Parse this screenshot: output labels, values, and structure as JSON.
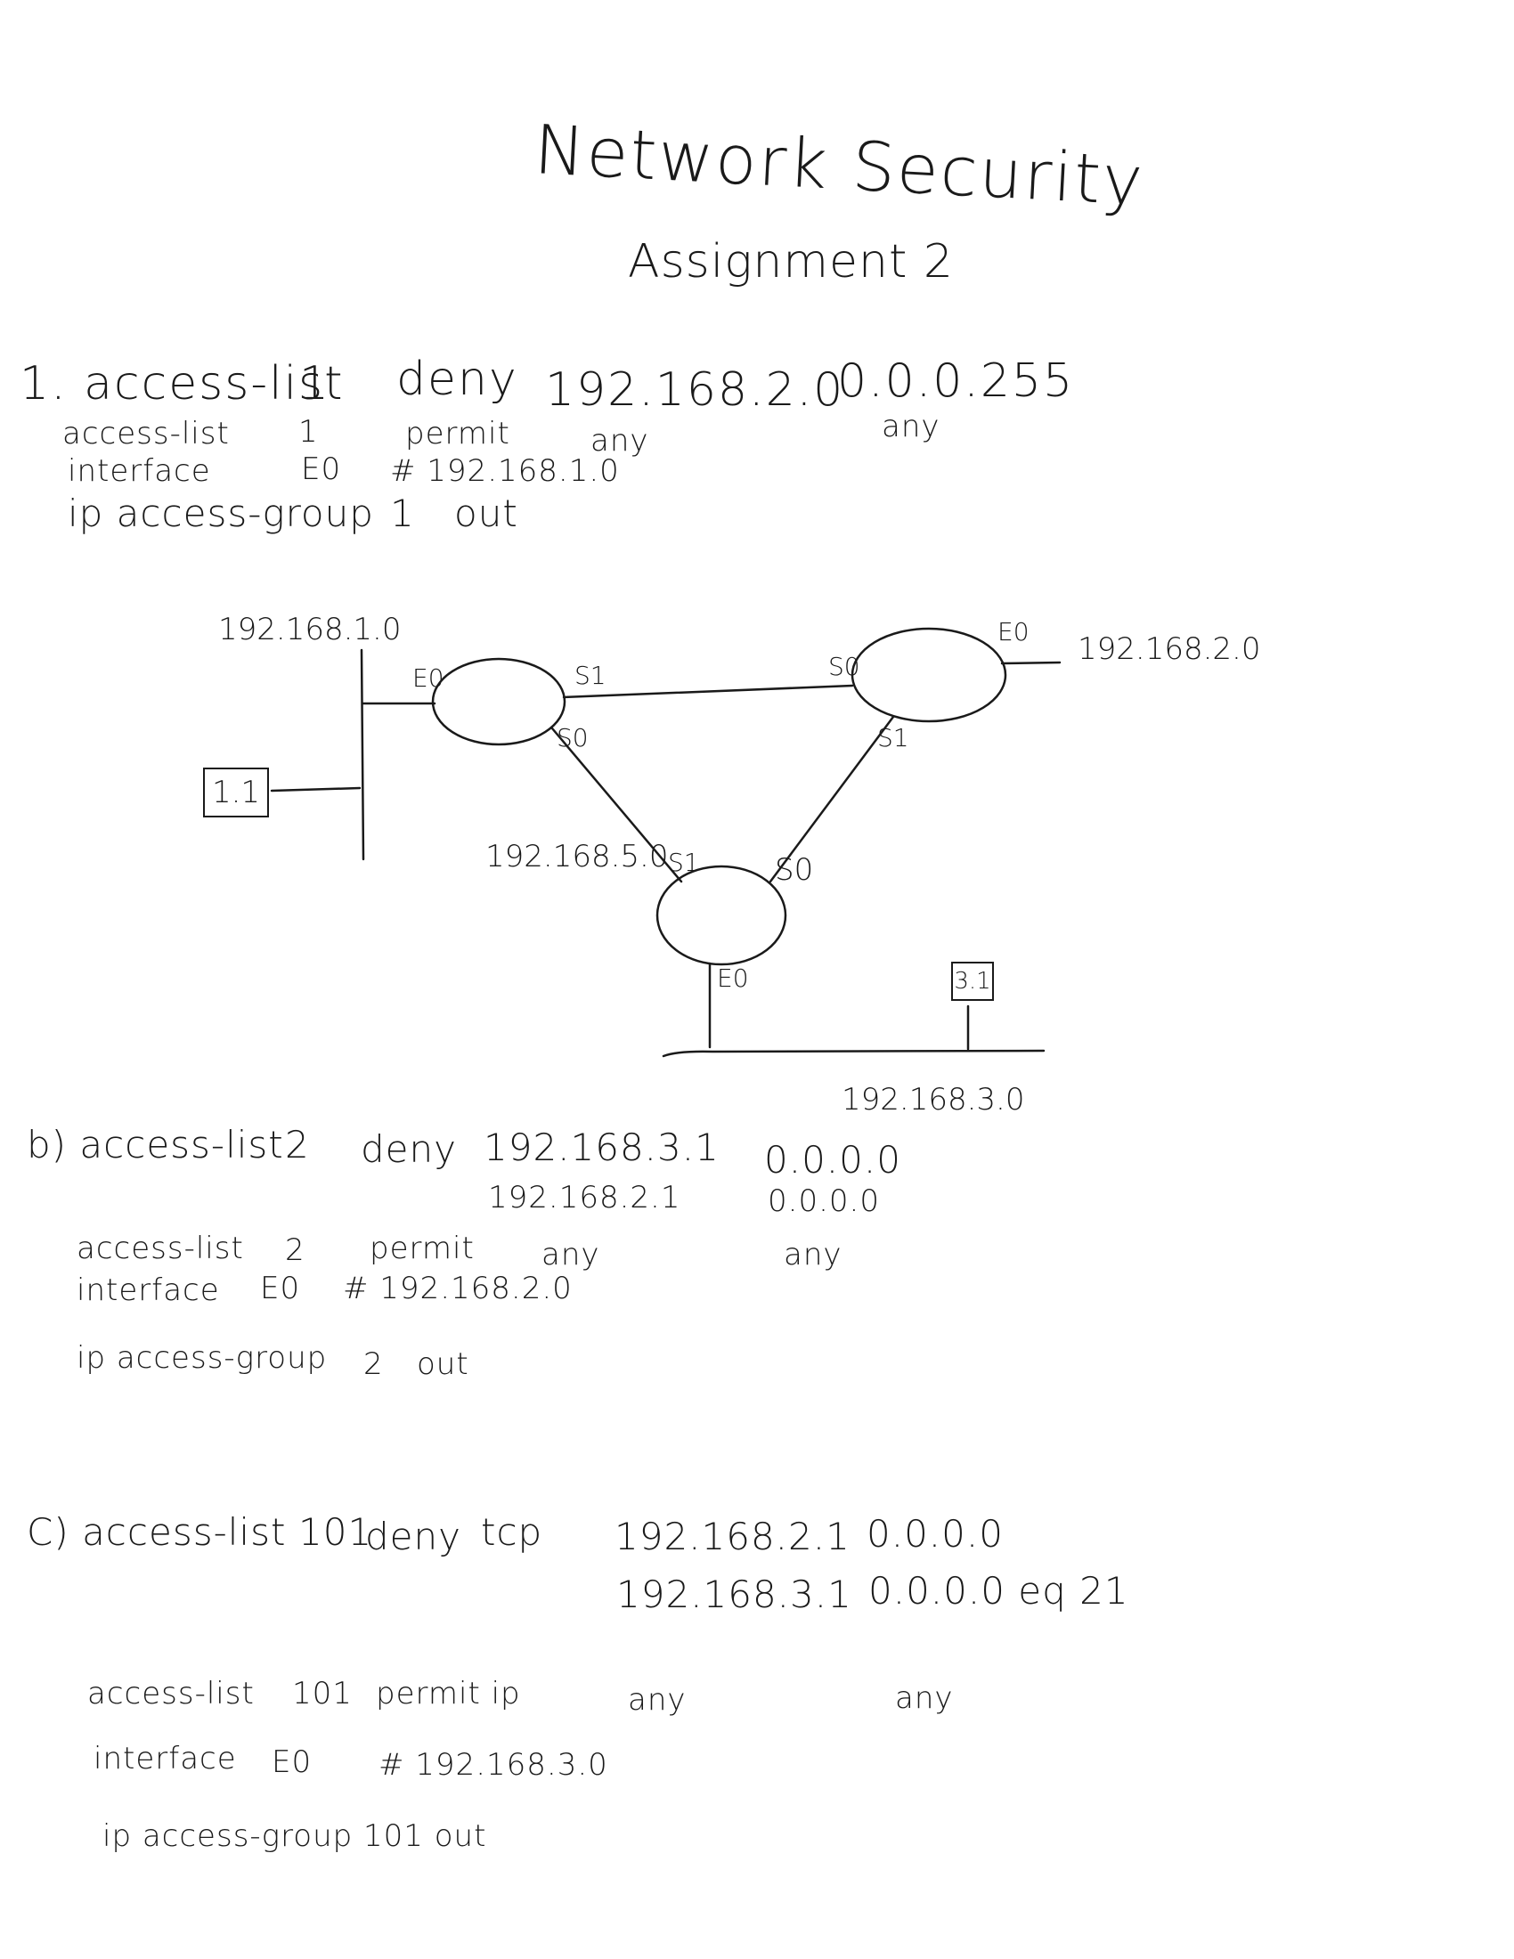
{
  "header": {
    "title": "Network Security",
    "subtitle": "Assignment 2"
  },
  "q1": {
    "line1": [
      "1. access-list",
      "1",
      "deny",
      "192.168.2.0",
      "0.0.0.255"
    ],
    "line2": [
      "access-list",
      "1",
      "permit",
      "any",
      "any"
    ],
    "line3": [
      "interface",
      "E0",
      "# 192.168.1.0"
    ],
    "line4": [
      "ip access-group",
      "1",
      "out"
    ]
  },
  "diagram": {
    "net_left": "192.168.1.0",
    "net_right": "192.168.2.0",
    "net_middle": "192.168.5.0",
    "net_bottom": "192.168.3.0",
    "host_left": "1.1",
    "host_bottom": "3.1",
    "r1_e0": "E0",
    "r1_s1": "S1",
    "r1_s0": "S0",
    "r2_s0": "S0",
    "r2_e0": "E0",
    "r2_s1": "S1",
    "r3_s1": "S1",
    "r3_s0": "S0",
    "r3_e0": "E0"
  },
  "qb": {
    "line1": [
      "b) access-list",
      "2",
      "deny",
      "192.168.3.1",
      "0.0.0.0"
    ],
    "line1b": [
      "192.168.2.1",
      "0.0.0.0"
    ],
    "line2": [
      "access-list",
      "2",
      "permit",
      "any",
      "any"
    ],
    "line3": [
      "interface",
      "E0",
      "# 192.168.2.0"
    ],
    "line4": [
      "ip access-group",
      "2",
      "out"
    ]
  },
  "qc": {
    "line1": [
      "C) access-list",
      "101",
      "deny",
      "tcp",
      "192.168.2.1",
      "0.0.0.0"
    ],
    "line1b": [
      "192.168.3.1",
      "0.0.0.0 eq 21"
    ],
    "line2": [
      "access-list",
      "101",
      "permit ip",
      "any",
      "any"
    ],
    "line3": [
      "interface",
      "E0",
      "# 192.168.3.0"
    ],
    "line4": [
      "ip access-group 101 out"
    ]
  }
}
